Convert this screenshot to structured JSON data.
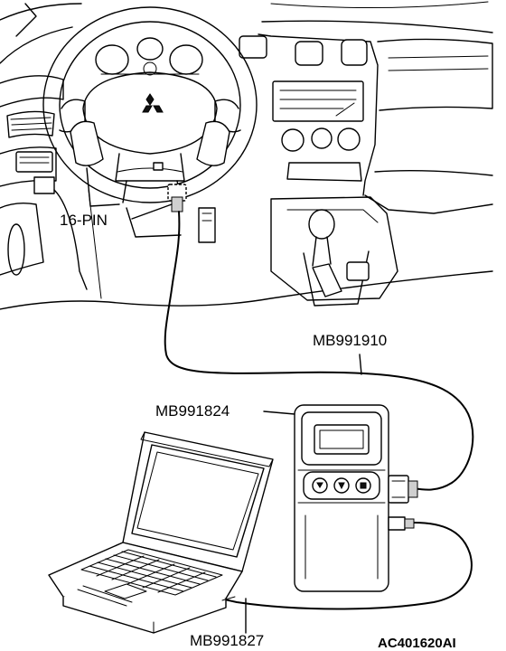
{
  "labels": {
    "connector": "16-PIN",
    "main_harness": "MB991910",
    "interface": "MB991824",
    "usb_cable": "MB991827",
    "figure_id": "AC401620AI"
  }
}
